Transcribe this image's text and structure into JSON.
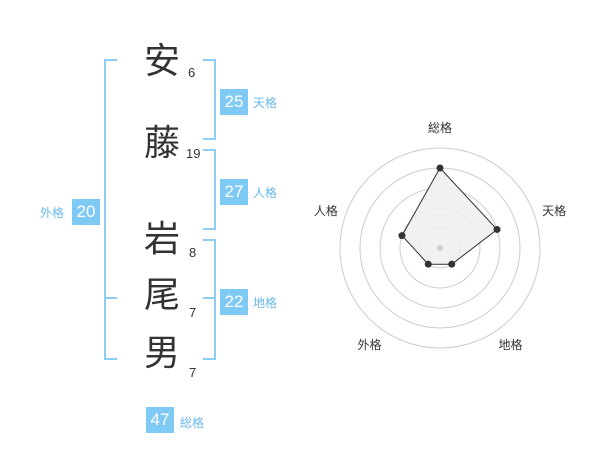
{
  "name_chars": [
    {
      "char": "安",
      "strokes": "6"
    },
    {
      "char": "藤",
      "strokes": "19"
    },
    {
      "char": "岩",
      "strokes": "8"
    },
    {
      "char": "尾",
      "strokes": "7"
    },
    {
      "char": "男",
      "strokes": "7"
    }
  ],
  "kaku": {
    "tenkaku": {
      "value": "25",
      "label": "天格"
    },
    "jinkaku": {
      "value": "27",
      "label": "人格"
    },
    "chikaku": {
      "value": "22",
      "label": "地格"
    },
    "gaikaku": {
      "value": "20",
      "label": "外格"
    },
    "soukaku": {
      "value": "47",
      "label": "総格"
    }
  },
  "chart_data": {
    "type": "radar",
    "axes": [
      "総格",
      "天格",
      "地格",
      "外格",
      "人格"
    ],
    "values": [
      4,
      3,
      1,
      1,
      2
    ],
    "max": 5
  },
  "colors": {
    "accent": "#7fcaf5",
    "bracket": "#8ccff5",
    "label": "#67b8ea",
    "text": "#333333",
    "radar_fill": "#eeeeee",
    "radar_ring": "#cccccc",
    "radar_line": "#333333"
  }
}
